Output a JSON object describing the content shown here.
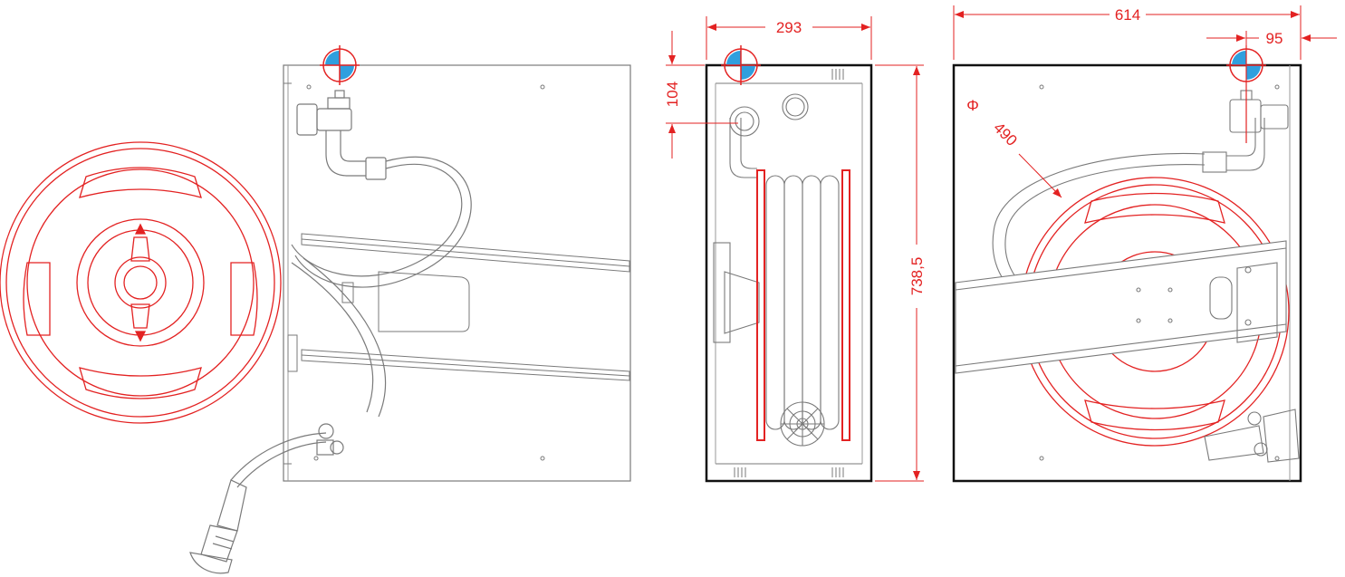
{
  "drawing": {
    "colors": {
      "dimension": "#e32222",
      "reel": "#e32222",
      "outline": "#111111",
      "detail": "#7a7a7a",
      "datum_fill": "#2f9fde"
    },
    "dimensions": {
      "width_side": "293",
      "valve_offset": "104",
      "height": "738,5",
      "width_rear": "614",
      "inlet_offset": "95",
      "reel_diameter_symbol": "Φ",
      "reel_diameter": "490"
    },
    "icons": [
      "datum-symbol-icon",
      "hose-reel-icon",
      "nozzle-icon",
      "valve-icon"
    ]
  }
}
